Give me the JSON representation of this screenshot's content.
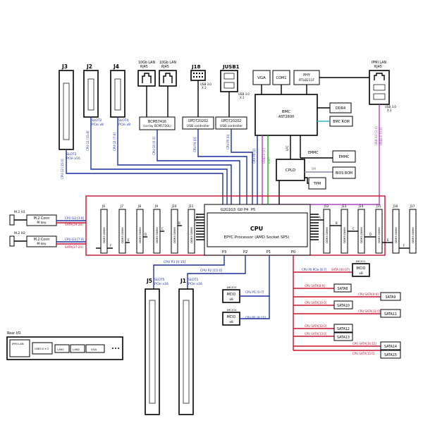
{
  "slots": {
    "j3": {
      "name": "J3",
      "slot": "SLOT3",
      "width": "PCIe x16",
      "bus": "CPU G2 [15:0]"
    },
    "j2": {
      "name": "J2",
      "slot": "SLOT2",
      "width": "PCIe x8",
      "bus": "CPU G1 [15:8]"
    },
    "j4": {
      "name": "J4",
      "slot": "SLOT4",
      "width": "PCIe x8",
      "bus": "CPU G1 [7:0]"
    },
    "j5": {
      "name": "J5",
      "slot": "SLOT5",
      "width": "PCIe x16",
      "bus": "CPU P3 [0:15]"
    },
    "j1": {
      "name": "J1",
      "slot": "SLOT1",
      "width": "PCIe x16",
      "bus": "CPU P2 [15:0]"
    }
  },
  "lan": {
    "title1": "10Gb LAN",
    "title2": "RJ45",
    "controller1": "BCM57416",
    "controller2": "(co-lay BCM5720L)",
    "bus": "CPU G0 [0:3]"
  },
  "j18": {
    "name": "J18",
    "note1": "USB 3.0",
    "note2": "X 2"
  },
  "jusb1": {
    "name": "JUSB1",
    "note1": "USB 3.0",
    "note2": "X 2"
  },
  "usb_ctrl_a": {
    "part": "UPD720202",
    "desc": "USB controller",
    "bus": "CPU P4 [0]"
  },
  "usb_ctrl_b": {
    "part": "UPD720202",
    "desc": "USB controller",
    "bus": "CPU P5 [0]"
  },
  "vga": "VGA",
  "com1": "COM1",
  "phy": {
    "name": "PHY",
    "part": "RTL8211F"
  },
  "ipmi": {
    "title1": "IPMI LAN",
    "title2": "RJ45",
    "note1": "USB 3.0",
    "note2": "X 2"
  },
  "bmc": {
    "name": "BMC",
    "part": "AST2600"
  },
  "ddr4": "DDR4",
  "bmc_rom": "BMC ROM",
  "emmc": {
    "label": "EMMC",
    "box": "EMMC"
  },
  "cpld": "CPLD",
  "spi": "SPI",
  "bios_rom": "BIOS ROM",
  "tpm": "TPM",
  "bmc_links": {
    "pcie": "CPU P4 [1]",
    "usb2": "USB2.0 [1]",
    "usb_ipmi": "USB 3.0 [3:4]",
    "usb2_ipmi": "USB2.0 [3:4]",
    "espi": "ESPI",
    "lpc": "LPC"
  },
  "m2": [
    {
      "header": "M.2 H1",
      "name": "M.2 Conn",
      "key": "M key",
      "cpu_bus": "CPU G3 [3:0]",
      "sata_bus": "SATA[29:28]"
    },
    {
      "header": "M.2 H2",
      "name": "M.2 Conn",
      "key": "M key",
      "cpu_bus": "CPU G3 [7:4]",
      "sata_bus": "SATA[27:24]"
    }
  ],
  "dimms_left": [
    "J6",
    "J7",
    "J8",
    "J9",
    "J10",
    "J11"
  ],
  "dimms_right": [
    "J12",
    "J13",
    "J14",
    "J15",
    "J16",
    "J17"
  ],
  "dimm_label": "DDR5 DIMM",
  "channels_left": [
    "A",
    "B",
    "C",
    "D",
    "E",
    "F"
  ],
  "channels_right": [
    "A",
    "B",
    "C",
    "D",
    "E",
    "F"
  ],
  "cpu": {
    "title": "CPU",
    "desc": "EPYC Processor (AMD Socket SP5)",
    "ports_top": [
      "G2",
      "G1",
      "G3",
      "G0",
      "P4",
      "P5"
    ],
    "ports_bottom": [
      "P3",
      "P2",
      "P1",
      "P0"
    ]
  },
  "mcio": [
    {
      "name": "MCIO",
      "sub": "x8",
      "header": "JMCIO3",
      "bus": "CPU P1 [0:7]"
    },
    {
      "name": "MCIO",
      "sub": "x8",
      "header": "JMCIO4",
      "bus": "CPU P1 [8:15]"
    },
    {
      "name": "MCIO",
      "sub": "x8",
      "header": "JMCIO1",
      "bus": "SATA [00:07]"
    }
  ],
  "p0_bus": "CPU P0 PCIe [8:7]",
  "sata": [
    {
      "bus": "CPU SATA[8:0]",
      "name": "SATA8"
    },
    {
      "bus": "CPU SATA[9:0]",
      "name": "SATA9"
    },
    {
      "bus": "CPU SATA[10:0]",
      "name": "SATA10"
    },
    {
      "bus": "CPU SATA[11:0]",
      "name": "SATA11"
    },
    {
      "bus": "CPU SATA[12:0]",
      "name": "SATA12"
    },
    {
      "bus": "CPU SATA[13:0]",
      "name": "SATA13"
    },
    {
      "bus": "CPU SATA[14:15]",
      "name": "SATA14"
    },
    {
      "bus": "CPU SATA[15:0]",
      "name": "SATA15"
    }
  ],
  "rear_io": {
    "title": "Rear I/O",
    "ports": [
      "IPMI LAN",
      "USB3.0 X 2",
      "LAN1",
      "LAN2",
      "VGA"
    ]
  }
}
